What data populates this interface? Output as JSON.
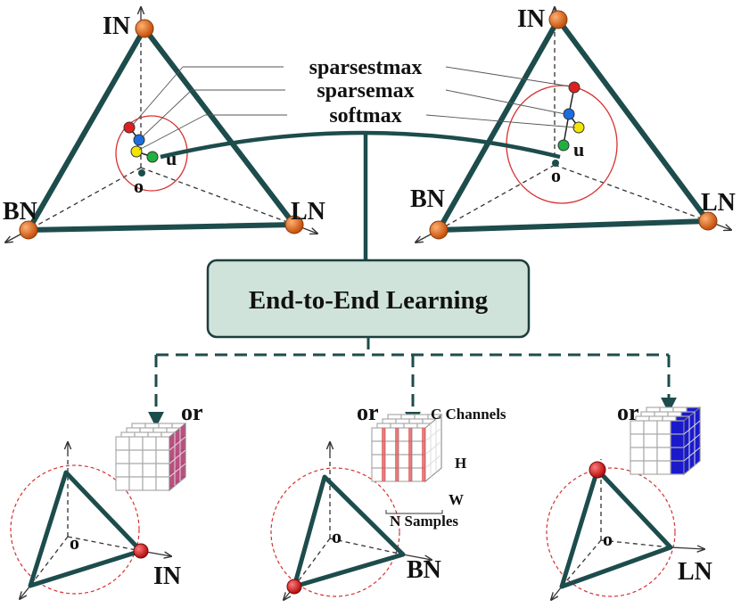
{
  "legend": [
    "sparsestmax",
    "sparsemax",
    "softmax"
  ],
  "center_box": {
    "label": "End-to-End Learning"
  },
  "top_left": {
    "vertices": [
      "IN",
      "BN",
      "LN"
    ],
    "origin_label": "o",
    "point_label": "u"
  },
  "top_right": {
    "vertices": [
      "IN",
      "BN",
      "LN"
    ],
    "origin_label": "o",
    "point_label": "u"
  },
  "bottom": [
    {
      "or_label": "or",
      "origin_label": "o",
      "vertex_label": "IN",
      "tensor_accent": "#b0306a"
    },
    {
      "or_label": "or",
      "origin_label": "o",
      "vertex_label": "BN",
      "tensor_accent": "#e05050",
      "tensor_labels": {
        "channels": "C Channels",
        "height": "H",
        "width": "W",
        "samples": "N Samples"
      }
    },
    {
      "or_label": "or",
      "origin_label": "o",
      "vertex_label": "LN",
      "tensor_accent": "#1a1acc"
    }
  ],
  "colors": {
    "edge": "#1d4c4c",
    "vertex": "#e0661c",
    "box_fill": "#cfe3da",
    "sparsestmax": "#e02020",
    "sparsemax": "#1a6ee0",
    "softmax": "#f2e600",
    "u_point": "#20b040",
    "origin": "#1d4c4c",
    "circle": "#d83030",
    "selected": "#cc1010"
  }
}
